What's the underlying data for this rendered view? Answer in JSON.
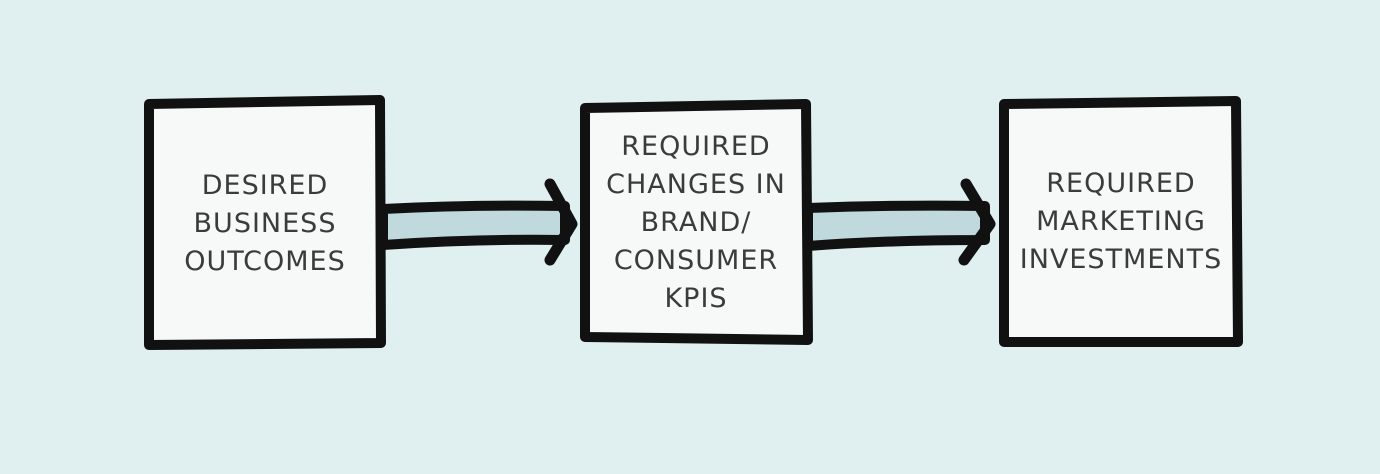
{
  "diagram": {
    "boxes": [
      {
        "id": "desired-business-outcomes",
        "lines": [
          "DESIRED",
          "BUSINESS",
          "OUTCOMES"
        ]
      },
      {
        "id": "required-changes-in-brand-consumer-kpis",
        "lines": [
          "REQUIRED",
          "CHANGES IN",
          "BRAND/",
          "CONSUMER",
          "KPIS"
        ]
      },
      {
        "id": "required-marketing-investments",
        "lines": [
          "REQUIRED",
          "MARKETING",
          "INVESTMENTS"
        ]
      }
    ],
    "arrows": [
      {
        "from": "desired-business-outcomes",
        "to": "required-changes-in-brand-consumer-kpis"
      },
      {
        "from": "required-changes-in-brand-consumer-kpis",
        "to": "required-marketing-investments"
      }
    ],
    "colors": {
      "background": "#e0eff0",
      "box_fill": "#f7f9f9",
      "stroke": "#111111",
      "arrow_fill": "#bfd9dc",
      "text": "#3b3b3b"
    }
  }
}
